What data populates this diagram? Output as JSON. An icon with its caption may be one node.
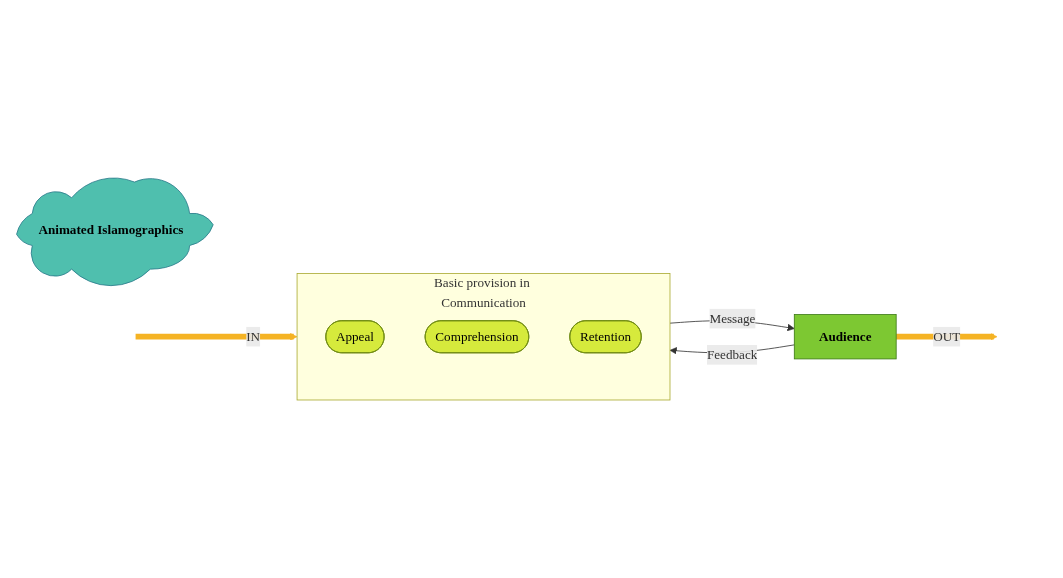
{
  "diagram": {
    "nodes": [
      {
        "text": [
          "Basic provision in Communication"
        ]
      },
      {
        "text": [
          "Appeal"
        ],
        "in": 0
      },
      {
        "text": [
          "Comprehension"
        ],
        "in": 0
      },
      {
        "text": [
          "Retention"
        ],
        "in": 0
      },
      {
        "text": [
          "Animated Islamographics"
        ]
      },
      {
        "text": [
          "Audience"
        ]
      }
    ],
    "edges": [
      {
        "from": 0,
        "to": 5,
        "arrow": "to",
        "label": "Message"
      },
      {
        "from": 5,
        "to": 0,
        "arrow": "to",
        "label": "Feedback"
      },
      {
        "from": null,
        "to": 0,
        "arrow": "to",
        "label": "IN",
        "style": "thick",
        "color": "#f5b324"
      },
      {
        "from": 5,
        "to": null,
        "arrow": "to",
        "label": "OUT",
        "style": "thick",
        "color": "#f5b324"
      }
    ]
  }
}
